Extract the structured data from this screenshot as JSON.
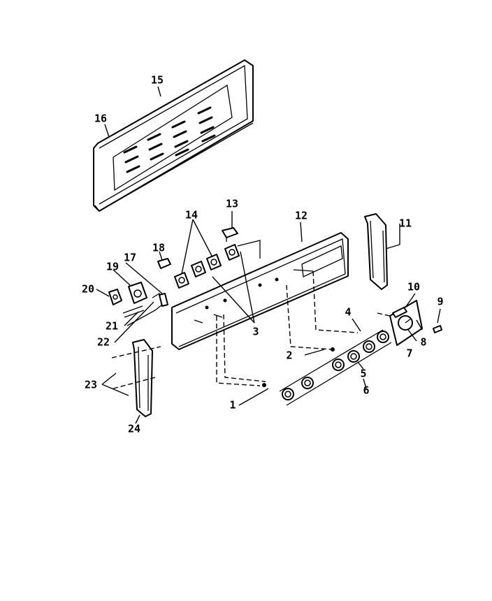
{
  "diagram": {
    "callouts": [
      {
        "id": "1",
        "label": "1"
      },
      {
        "id": "2",
        "label": "2"
      },
      {
        "id": "3",
        "label": "3"
      },
      {
        "id": "4",
        "label": "4"
      },
      {
        "id": "5",
        "label": "5"
      },
      {
        "id": "6",
        "label": "6"
      },
      {
        "id": "7",
        "label": "7"
      },
      {
        "id": "8",
        "label": "8"
      },
      {
        "id": "9",
        "label": "9"
      },
      {
        "id": "10",
        "label": "10"
      },
      {
        "id": "11",
        "label": "11"
      },
      {
        "id": "12",
        "label": "12"
      },
      {
        "id": "13",
        "label": "13"
      },
      {
        "id": "14",
        "label": "14"
      },
      {
        "id": "15",
        "label": "15"
      },
      {
        "id": "16",
        "label": "16"
      },
      {
        "id": "17",
        "label": "17"
      },
      {
        "id": "18",
        "label": "18"
      },
      {
        "id": "19",
        "label": "19"
      },
      {
        "id": "20",
        "label": "20"
      },
      {
        "id": "21",
        "label": "21"
      },
      {
        "id": "22",
        "label": "22"
      },
      {
        "id": "23",
        "label": "23"
      },
      {
        "id": "24",
        "label": "24"
      }
    ]
  }
}
